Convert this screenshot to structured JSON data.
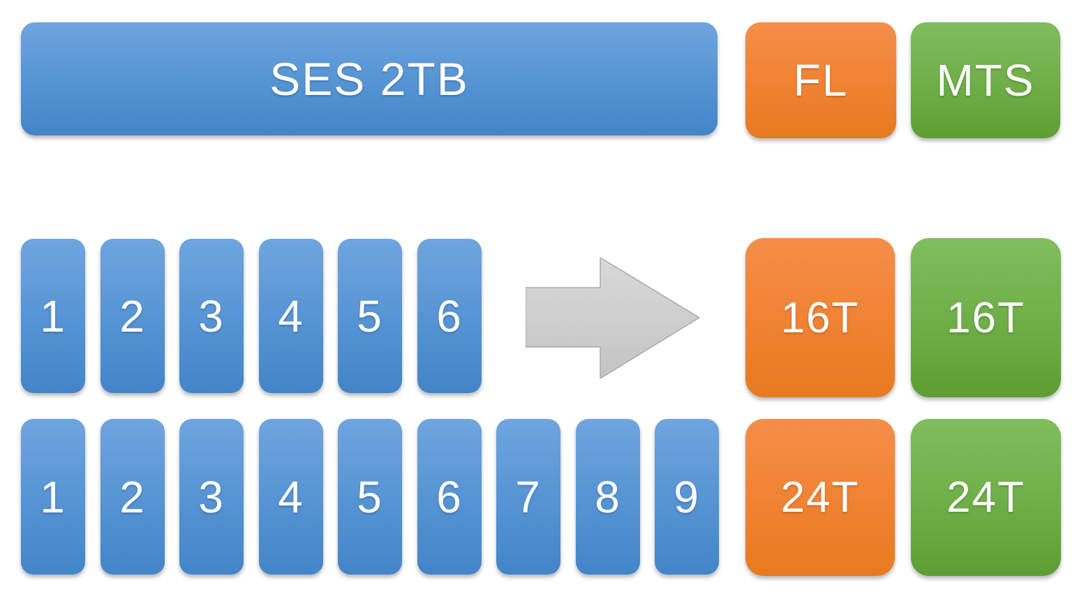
{
  "canvas": {
    "background": "#ffffff"
  },
  "palette": {
    "blue_top": "#6FA5DF",
    "blue_bottom": "#4285C8",
    "orange_top": "#F58E49",
    "orange_bottom": "#E87A1F",
    "green_top": "#80BD5E",
    "green_bottom": "#5C9E33",
    "arrow_gray": "#CBCBCB",
    "label_color": "#FFFFFF"
  },
  "header": {
    "ses_label": "SES 2TB",
    "fl_label": "FL",
    "mts_label": "MTS"
  },
  "group_a": {
    "slots": [
      "1",
      "2",
      "3",
      "4",
      "5",
      "6"
    ],
    "fl_capacity": "16T",
    "mts_capacity": "16T"
  },
  "group_b": {
    "slots": [
      "1",
      "2",
      "3",
      "4",
      "5",
      "6",
      "7",
      "8",
      "9"
    ],
    "fl_capacity": "24T",
    "mts_capacity": "24T"
  },
  "arrow": {
    "direction": "right"
  }
}
